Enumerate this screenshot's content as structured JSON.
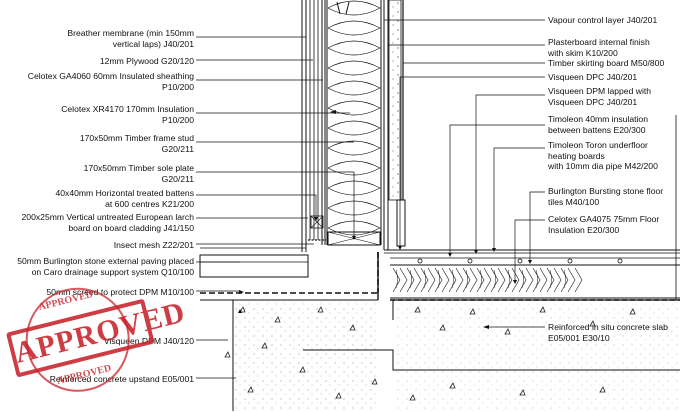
{
  "left_labels": [
    {
      "line1": "Breather membrane (min 150mm",
      "line2": "vertical laps) J40/201"
    },
    {
      "line1": "12mm Plywood G20/120",
      "line2": ""
    },
    {
      "line1": "Celotex GA4060 60mm Insulated sheathing",
      "line2": "P10/200"
    },
    {
      "line1": "Celotex XR4170 170mm Insulation",
      "line2": "P10/200"
    },
    {
      "line1": "170x50mm Timber frame stud",
      "line2": "G20/211"
    },
    {
      "line1": "170x50mm Timber sole plate",
      "line2": "G20/211"
    },
    {
      "line1": "40x40mm Horizontal treated battens",
      "line2": "at 600 centres K21/200"
    },
    {
      "line1": "200x25mm Vertical untreated European larch",
      "line2": "board on board cladding J41/150"
    },
    {
      "line1": "Insect mesh Z22/201",
      "line2": ""
    },
    {
      "line1": "50mm Burlington stone external paving placed",
      "line2": "on Caro drainage support system Q10/100"
    },
    {
      "line1": "50mm screed to protect DPM M10/100",
      "line2": ""
    },
    {
      "line1": "Visqueen DPM  J40/120",
      "line2": ""
    },
    {
      "line1": "Reinforced concrete upstand E05/001",
      "line2": ""
    }
  ],
  "right_labels": [
    {
      "line1": "Vapour control layer J40/201",
      "line2": ""
    },
    {
      "line1": "Plasterboard internal finish",
      "line2": "with skim K10/200"
    },
    {
      "line1": "Timber skirting board M50/800",
      "line2": ""
    },
    {
      "line1": "Visqueen DPC J40/201",
      "line2": ""
    },
    {
      "line1": "Visqueen DPM lapped with",
      "line2": "Visqueen DPC J40/201"
    },
    {
      "line1": "Timoleon 40mm insulation",
      "line2": "between battens  E20/300"
    },
    {
      "line1": "Timoleon Toron underfloor",
      "line2": "heating boards"
    },
    {
      "line1": "with 10mm dia pipe M42/200",
      "line2": ""
    },
    {
      "line1": "Burlington Bursting stone floor",
      "line2": "tiles M40/100"
    },
    {
      "line1": "Celotex GA4075 75mm Floor",
      "line2": "Insulation E20/300"
    },
    {
      "line1": "Reinforced in situ concrete slab",
      "line2": "E05/001 E30/10"
    }
  ],
  "stamp": {
    "main": "APPROVED",
    "top": "APPROVED",
    "bottom": "APPROVED"
  },
  "colors": {
    "stamp": "#c8232b",
    "line": "#111111"
  }
}
